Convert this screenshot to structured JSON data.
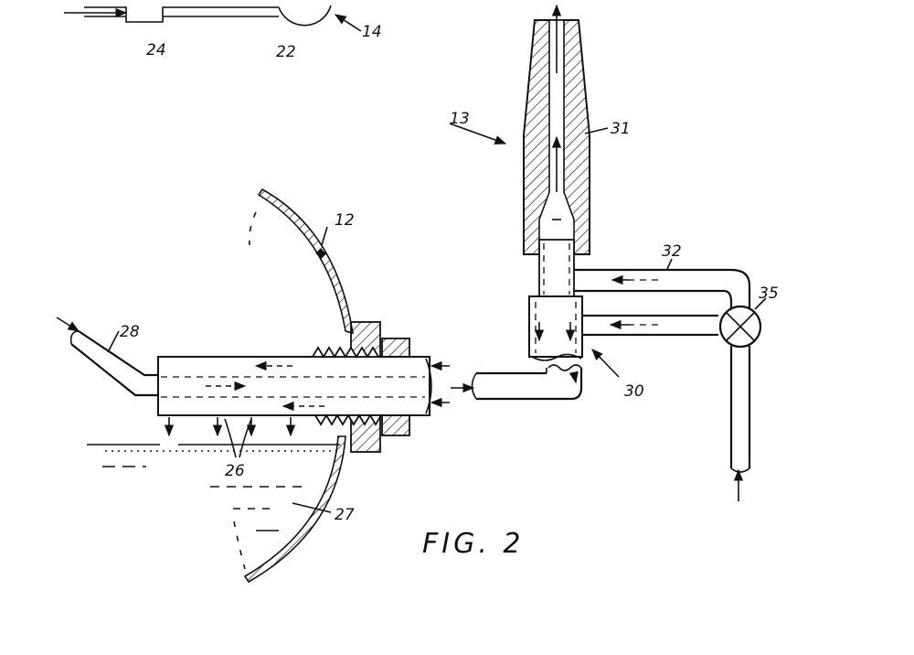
{
  "figure": {
    "caption": "FIG. 2",
    "labels": {
      "l12": "12",
      "l13": "13",
      "l14": "14",
      "l22": "22",
      "l24": "24",
      "l26": "26",
      "l27": "27",
      "l28": "28",
      "l30": "30",
      "l31": "31",
      "l32": "32",
      "l35": "35"
    }
  }
}
